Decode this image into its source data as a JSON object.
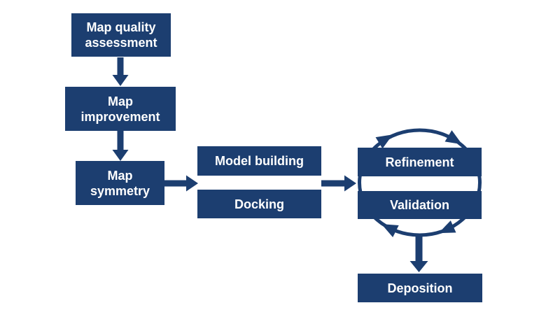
{
  "colors": {
    "node_fill": "#1c3e70",
    "node_text": "#ffffff",
    "arrow": "#1c3e70",
    "background": "#ffffff"
  },
  "nodes": {
    "map_quality": {
      "label": "Map quality\nassessment"
    },
    "map_improvement": {
      "label": "Map\nimprovement"
    },
    "map_symmetry": {
      "label": "Map\nsymmetry"
    },
    "model_building": {
      "label": "Model building"
    },
    "docking": {
      "label": "Docking"
    },
    "refinement": {
      "label": "Refinement"
    },
    "validation": {
      "label": "Validation"
    },
    "deposition": {
      "label": "Deposition"
    }
  },
  "edges": [
    {
      "from": "map_quality",
      "to": "map_improvement",
      "type": "block-arrow-down"
    },
    {
      "from": "map_improvement",
      "to": "map_symmetry",
      "type": "block-arrow-down"
    },
    {
      "from": "map_symmetry",
      "to": "model_building/docking",
      "type": "block-arrow-right"
    },
    {
      "from": "model_building/docking",
      "to": "refinement/validation",
      "type": "block-arrow-right"
    },
    {
      "from": "refinement/validation",
      "to": "deposition",
      "type": "block-arrow-down"
    }
  ],
  "cycle": {
    "between": [
      "refinement",
      "validation"
    ],
    "direction": "clockwise",
    "arrowhead_count": 4
  }
}
